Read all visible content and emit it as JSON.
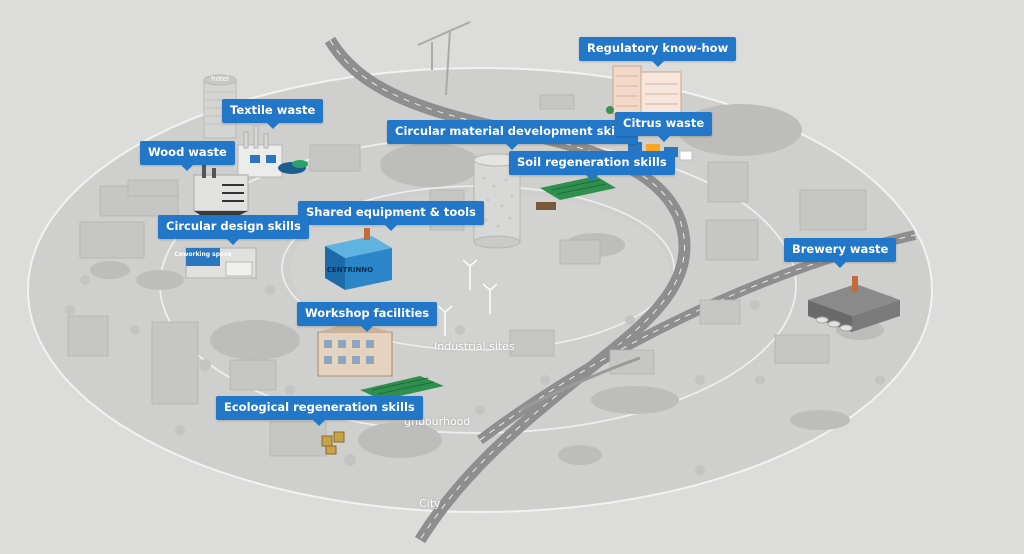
{
  "rings": {
    "industrial": "Industrial sites",
    "neighbourhood": "ghbourhood",
    "city": "City"
  },
  "callouts": {
    "regulatory": "Regulatory know-how",
    "textile": "Textile waste",
    "wood": "Wood waste",
    "circular_material": "Circular material development skills",
    "citrus": "Citrus waste",
    "soil": "Soil regeneration skills",
    "shared_equipment": "Shared equipment & tools",
    "circular_design": "Circular design skills",
    "brewery": "Brewery waste",
    "workshop": "Workshop facilities",
    "ecological": "Ecological regeneration skills"
  },
  "buildings": {
    "hotel_sign": "hotel",
    "coworking_sign": "Coworking space",
    "centrinno_sign": "CENTRINNO"
  },
  "colors": {
    "accent": "#2277c8",
    "ground": "#dcdcda"
  }
}
